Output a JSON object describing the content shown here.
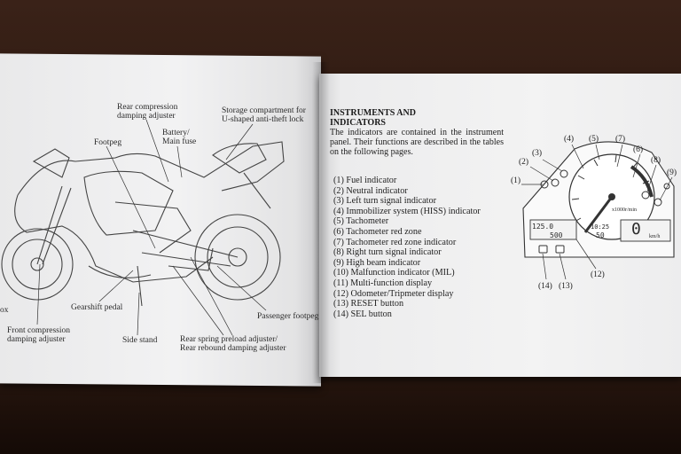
{
  "left_page": {
    "labels": {
      "rear_compression": "Rear compression\ndamping adjuster",
      "storage": "Storage compartment for\nU-shaped anti-theft lock",
      "footpeg": "Footpeg",
      "battery": "Battery/\nMain fuse",
      "gearshift": "Gearshift pedal",
      "passenger": "Passenger footpeg",
      "box": "ox",
      "front_compression": "Front compression\ndamping adjuster",
      "side_stand": "Side stand",
      "rear_spring": "Rear spring preload adjuster/\nRear rebound damping adjuster"
    }
  },
  "right_page": {
    "heading": "INSTRUMENTS AND\nINDICATORS",
    "intro": "The indicators are contained in the instrument panel. Their functions are described in the tables on the following pages.",
    "items": [
      "(1) Fuel indicator",
      "(2) Neutral indicator",
      "(3) Left turn signal indicator",
      "(4) Immobilizer system (HISS) indicator",
      "(5) Tachometer",
      "(6) Tachometer red zone",
      "(7) Tachometer red zone indicator",
      "(8) Right turn signal indicator",
      "(9) High beam indicator",
      "(10) Malfunction indicator (MIL)",
      "(11) Multi-function display",
      "(12) Odometer/Tripmeter display",
      "(13) RESET button",
      "(14) SEL button"
    ],
    "callouts": {
      "c1": "(1)",
      "c2": "(2)",
      "c3": "(3)",
      "c4": "(4)",
      "c5": "(5)",
      "c7": "(7)",
      "c6": "(6)",
      "c8": "(8)",
      "c9": "(9)",
      "c12": "(12)",
      "c14": "(14)",
      "c13": "(13)"
    },
    "dash": {
      "unit": "x1000r/min",
      "speed": "0",
      "speed_unit": "km/h",
      "odo": "125.0",
      "trip": "500",
      "clock": "10:25",
      "temp": "50"
    }
  }
}
